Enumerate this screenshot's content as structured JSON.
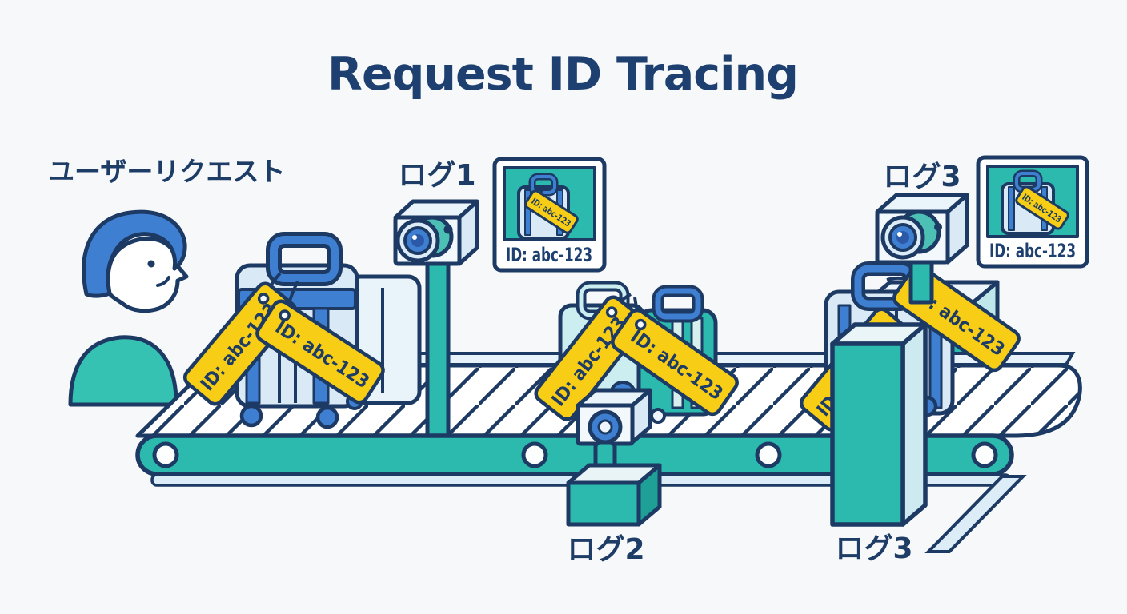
{
  "title": "Request ID Tracing",
  "labels": {
    "user_request": "ユーザーリクエスト",
    "log1": "ログ1",
    "log2": "ログ2",
    "log3_camera": "ログ3",
    "log3_pillar": "ログ3"
  },
  "tag_text": "ID: abc-123",
  "snapshots": [
    {
      "caption": "ID: abc-123",
      "tag": "ID: abc-123"
    },
    {
      "caption": "ID: abc-123",
      "tag": "ID: abc-123"
    }
  ],
  "colors": {
    "background": "#f7f8f9",
    "outline_navy": "#1c3a63",
    "title_navy": "#1e4070",
    "teal": "#2cb9ae",
    "teal_light": "#bfe7ea",
    "blue": "#3f7fd1",
    "blue_dark": "#2b59a8",
    "light_blue": "#d9eaf6",
    "tag_yellow": "#f8cd15"
  }
}
